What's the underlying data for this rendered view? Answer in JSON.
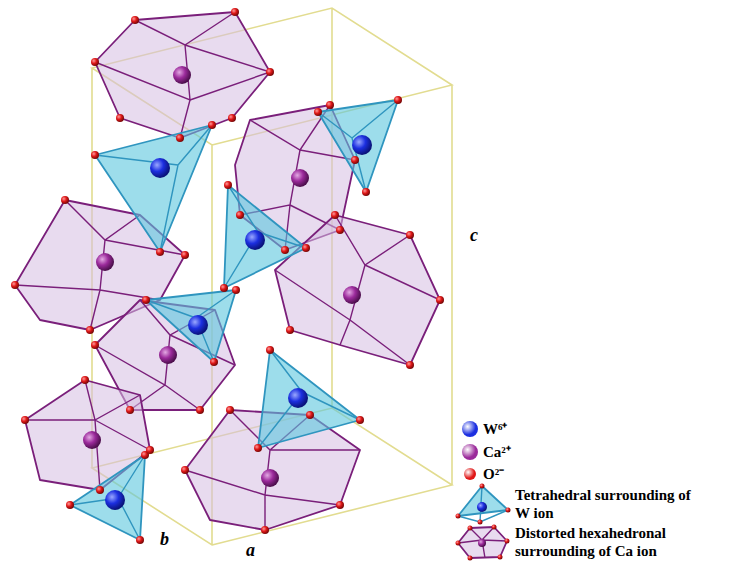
{
  "diagram": {
    "labels": [
      "c",
      "b",
      "a"
    ],
    "legend": [
      {
        "text": "W⁶⁺",
        "color": "#1c2fe0"
      },
      {
        "text": "Ca²⁺",
        "color": "#9b2a9b"
      },
      {
        "text": "O²⁻",
        "color": "#e01818"
      },
      {
        "text": "Tetrahedral surrounding of W ion"
      },
      {
        "text": "Distorted hexahedronal surrounding of Ca ion"
      }
    ]
  }
}
